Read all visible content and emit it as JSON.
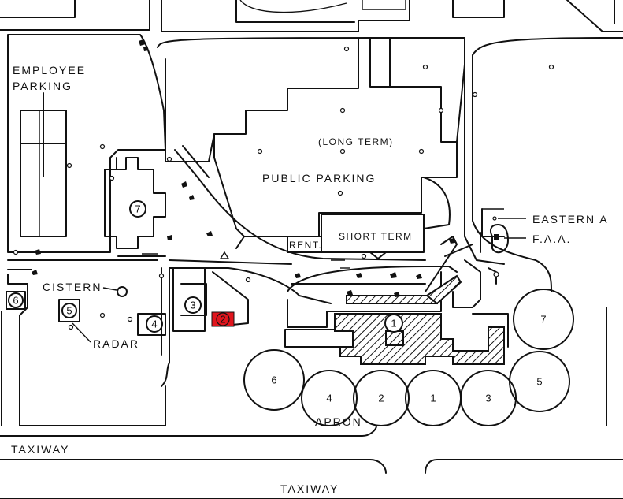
{
  "labels": {
    "employee_parking_1": "EMPLOYEE",
    "employee_parking_2": "PARKING",
    "long_term": "(LONG TERM)",
    "public_parking": "PUBLIC PARKING",
    "short_term": "SHORT TERM",
    "rent": "RENT.",
    "eastern": "EASTERN A",
    "faa": "F.A.A.",
    "cistern": "CISTERN",
    "radar": "RADAR",
    "apron": "APRON",
    "taxiway_left": "TAXIWAY",
    "taxiway_bottom": "TAXIWAY"
  },
  "markers": {
    "building_7": "7",
    "building_6": "6",
    "building_5": "5",
    "building_4": "4",
    "building_3": "3",
    "building_1": "1",
    "highlight": "2"
  },
  "gates": [
    {
      "name": "gate-6",
      "label": "6"
    },
    {
      "name": "gate-4",
      "label": "4"
    },
    {
      "name": "gate-2",
      "label": "2"
    },
    {
      "name": "gate-1",
      "label": "1"
    },
    {
      "name": "gate-3",
      "label": "3"
    },
    {
      "name": "gate-5",
      "label": "5"
    },
    {
      "name": "gate-7",
      "label": "7"
    }
  ],
  "colors": {
    "highlight": "#e0151d",
    "ink": "#111111"
  }
}
